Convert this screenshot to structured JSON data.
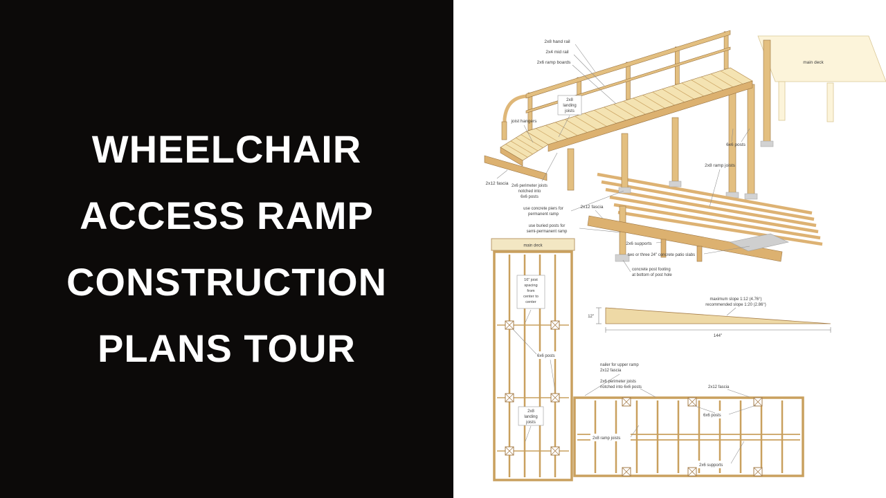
{
  "title": {
    "lines": [
      "WHEELCHAIR",
      "ACCESS RAMP",
      "CONSTRUCTION",
      "PLANS TOUR"
    ]
  },
  "colors": {
    "panel_bg": "#0c0a09",
    "title_text": "#ffffff",
    "diagram_bg": "#ffffff",
    "wood_light": "#f4e3b2",
    "wood_mid": "#dfb778",
    "wood_dark": "#b98a4a",
    "concrete": "#cfcfcf"
  },
  "iso": {
    "hand_rail": "2x8 hand rail",
    "mid_rail": "2x4 mid rail",
    "ramp_boards": "2x6 ramp boards",
    "main_deck": "main deck",
    "joist_hangers": "joist hangers",
    "landing_joists": [
      "2x8",
      "landing",
      "joists"
    ],
    "posts": "6x6 posts",
    "ramp_joists": "2x8 ramp joists",
    "fascia_left": "2x12 fascia",
    "perimeter": [
      "2x6 perimeter joists",
      "notched into",
      "6x6 posts"
    ],
    "piers": [
      "use concrete piers for",
      "permanent ramp"
    ],
    "fascia_mid": "2x12 fascia",
    "buried": [
      "use buried posts for",
      "semi-permanent ramp"
    ],
    "supports": "2x6 supports",
    "slabs": "two or three 24\" concrete patio slabs",
    "footing": [
      "concrete post footing",
      "at bottom of post hole"
    ]
  },
  "slope": {
    "max": "maximum slope 1:12 (4.76°)",
    "rec": "recommended slope 1:20 (2.86°)",
    "rise": "12\"",
    "run": "144\""
  },
  "landing_plan": {
    "main_deck": "main deck",
    "spacing": [
      "16\" joist",
      "spacing",
      "from",
      "center to",
      "center"
    ],
    "posts": "6x6 posts",
    "landing_joists": [
      "2x8",
      "landing",
      "joists"
    ]
  },
  "ramp_plan": {
    "nailer": [
      "nailer for upper ramp",
      "2x12 fascia"
    ],
    "perimeter": [
      "2x6 perimeter joists",
      "notched into 6x6 posts"
    ],
    "fascia": "2x12 fascia",
    "posts": "6x6 posts",
    "ramp_joists": "2x8 ramp joists",
    "supports": "2x6 supports"
  }
}
